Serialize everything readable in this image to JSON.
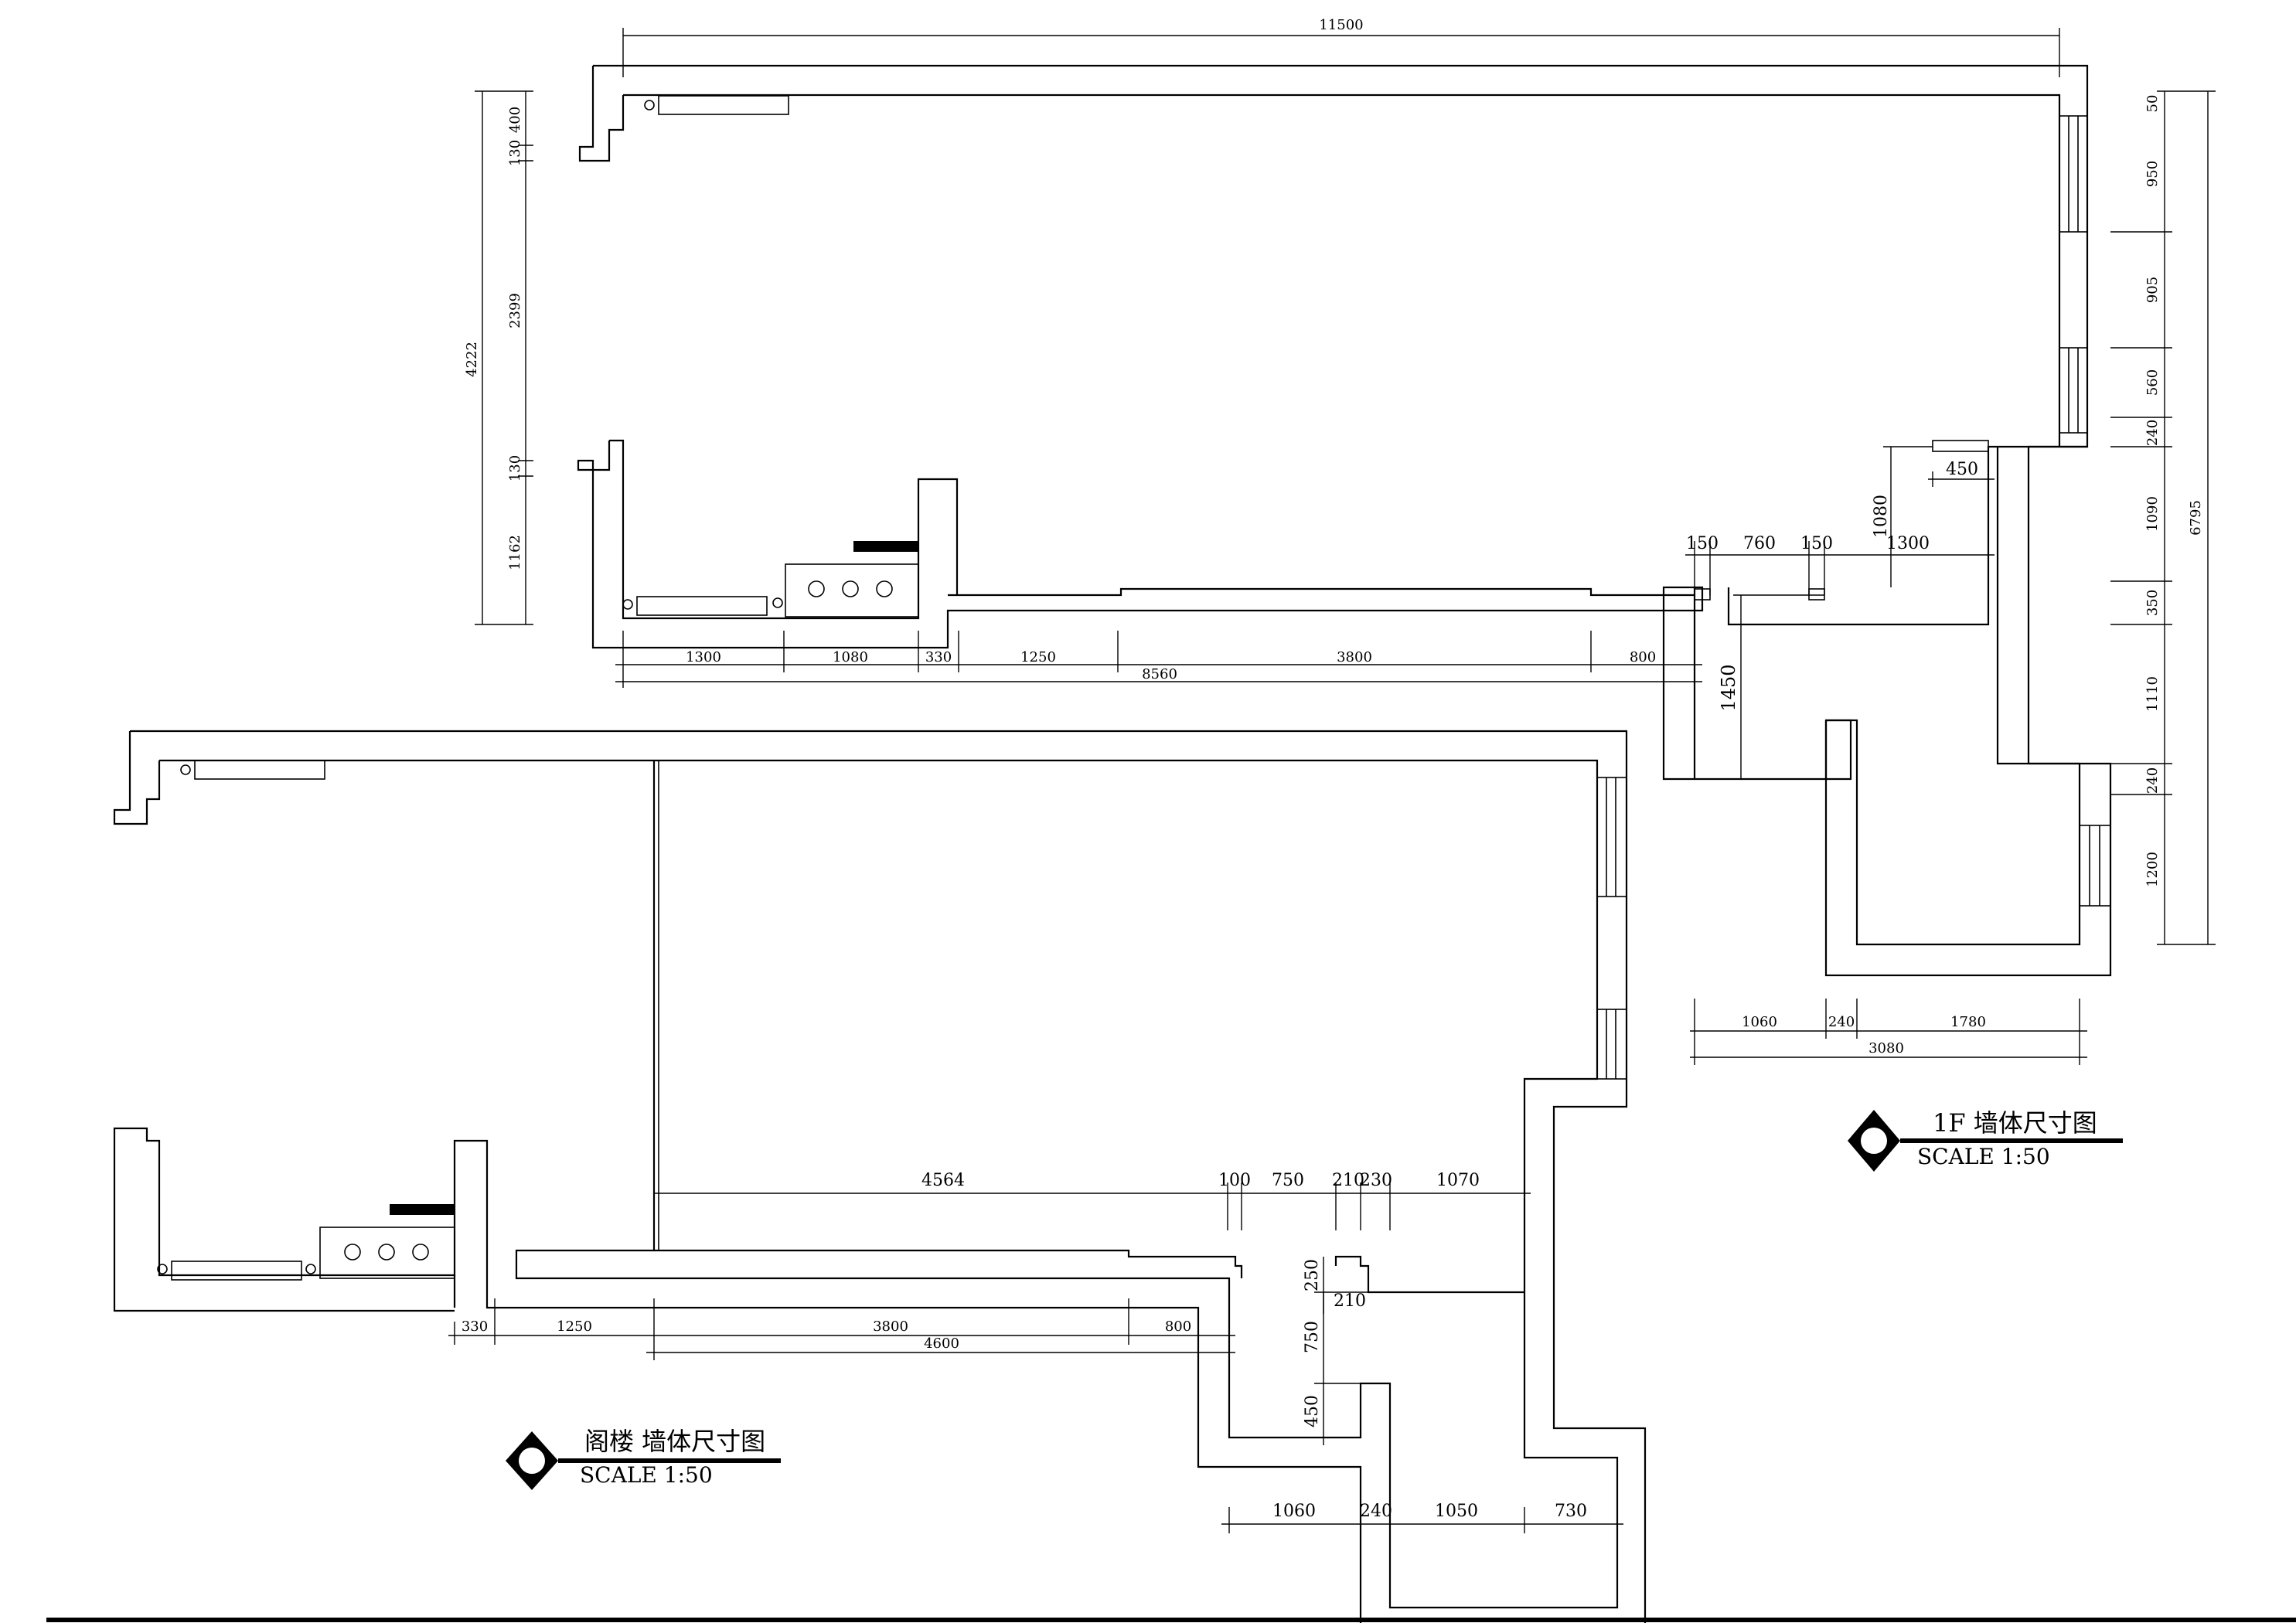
{
  "plans": {
    "first_floor": {
      "title": "1F  墙体尺寸图",
      "scale": "SCALE   1:50",
      "dimensions": {
        "top_total": "11500",
        "left_1": "400",
        "left_2": "130",
        "left_3": "2399",
        "left_4": "130",
        "left_5": "1162",
        "left_total": "4222",
        "right_1": "50",
        "right_2": "950",
        "right_3": "905",
        "right_4": "560",
        "right_5": "240",
        "right_6": "1090",
        "right_7": "350",
        "right_8": "1110",
        "right_9": "240",
        "right_10": "1200",
        "right_total": "6795",
        "bottom_1": "1300",
        "bottom_2": "1080",
        "bottom_3": "330",
        "bottom_4": "1250",
        "bottom_5": "3800",
        "bottom_6": "800",
        "bottom_total": "8560",
        "mid_150a": "150",
        "mid_760": "760",
        "mid_150b": "150",
        "mid_1300": "1300",
        "mid_1080": "1080",
        "mid_450": "450",
        "mid_1450": "1450",
        "low_1060": "1060",
        "low_240": "240",
        "low_1780": "1780",
        "low_total": "3080"
      }
    },
    "attic": {
      "title": "阁楼  墙体尺寸图",
      "scale": "SCALE   1:50",
      "dimensions": {
        "top_4564": "4564",
        "top_100": "100",
        "top_750": "750",
        "top_210": "210",
        "top_230": "230",
        "top_1070": "1070",
        "bottom_330": "330",
        "bottom_1250": "1250",
        "bottom_3800": "3800",
        "bottom_800": "800",
        "bottom_total": "4600",
        "v_250": "250",
        "v_210": "210",
        "v_750": "750",
        "v_450": "450",
        "low_1060": "1060",
        "low_240": "240",
        "low_1050": "1050",
        "low_730": "730"
      }
    }
  }
}
